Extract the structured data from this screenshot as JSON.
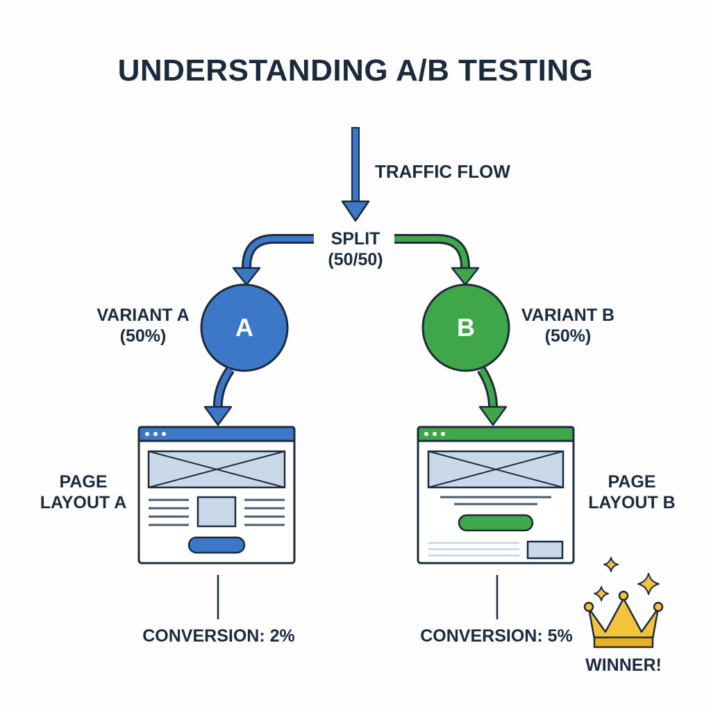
{
  "title": "UNDERSTANDING A/B TESTING",
  "flow": {
    "label": "TRAFFIC FLOW"
  },
  "split": {
    "label_line1": "SPLIT",
    "label_line2": "(50/50)"
  },
  "variant_a": {
    "letter": "A",
    "label_line1": "VARIANT A",
    "label_line2": "(50%)",
    "color": "#3d77c8",
    "layout_line1": "PAGE",
    "layout_line2": "LAYOUT A",
    "conversion": "CONVERSION: 2%"
  },
  "variant_b": {
    "letter": "B",
    "label_line1": "VARIANT B",
    "label_line2": "(50%)",
    "color": "#3fa748",
    "layout_line1": "PAGE",
    "layout_line2": "LAYOUT B",
    "conversion": "CONVERSION: 5%"
  },
  "winner": {
    "label": "WINNER!",
    "icon": "crown-icon",
    "color": "#f5c33b"
  }
}
